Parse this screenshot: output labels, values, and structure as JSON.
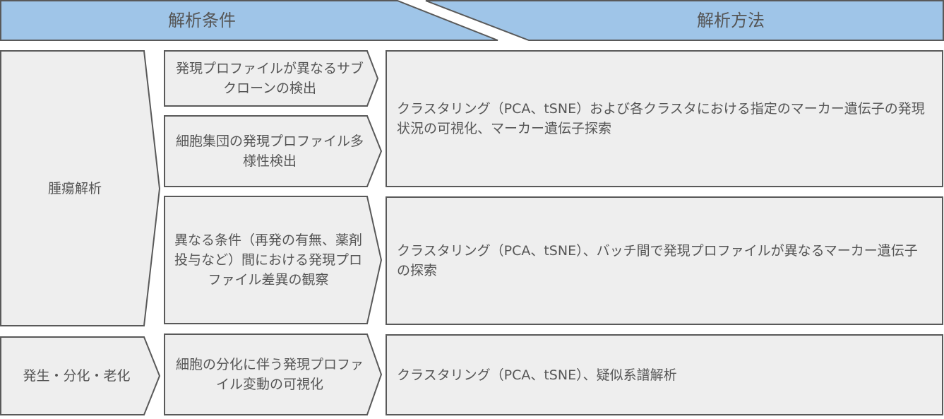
{
  "header": {
    "conditions": "解析条件",
    "methods": "解析方法"
  },
  "categories": [
    {
      "label": "腫瘍解析"
    },
    {
      "label": "発生・分化・老化"
    }
  ],
  "conditions": [
    {
      "label": "発現プロファイルが異なるサブクローンの検出"
    },
    {
      "label": "細胞集団の発現プロファイル多様性検出"
    },
    {
      "label": "異なる条件（再発の有無、薬剤投与など）間における発現プロファイル差異の観察"
    },
    {
      "label": "細胞の分化に伴う発現プロファイル変動の可視化"
    }
  ],
  "methods": [
    {
      "label": "クラスタリング（PCA、tSNE）および各クラスタにおける指定のマーカー遺伝子の発現状況の可視化、マーカー遺伝子探索"
    },
    {
      "label": "クラスタリング（PCA、tSNE）、バッチ間で発現プロファイルが異なるマーカー遺伝子の探索"
    },
    {
      "label": "クラスタリング（PCA、tSNE）、疑似系譜解析"
    }
  ],
  "colors": {
    "header": "#9fc5e8",
    "box": "#eeeeee",
    "stroke": "#595959"
  }
}
